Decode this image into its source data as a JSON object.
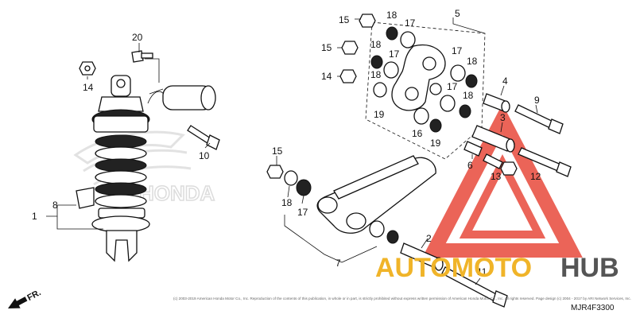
{
  "callouts": {
    "p1": "1",
    "p2": "2",
    "p3": "3",
    "p4": "4",
    "p5": "5",
    "p6": "6",
    "p7": "7",
    "p8": "8",
    "p9": "9",
    "p10": "10",
    "p11": "11",
    "p12": "12",
    "p13": "13",
    "p14a": "14",
    "p14b": "14",
    "p15a": "15",
    "p15b": "15",
    "p15c": "15",
    "p16": "16",
    "p17a": "17",
    "p17b": "17",
    "p17c": "17",
    "p17d": "17",
    "p17e": "17",
    "p18a": "18",
    "p18b": "18",
    "p18c": "18",
    "p18d": "18",
    "p18e": "18",
    "p18f": "18",
    "p19a": "19",
    "p19b": "19",
    "p20": "20"
  },
  "brand_background": "HONDA",
  "watermark": {
    "word_left": "AUTOMOTO",
    "word_right": "HUB",
    "color_left": "#f0b429",
    "color_right": "#555555",
    "triangle_color": "#e84a3c"
  },
  "diagram_code": "MJR4F3300",
  "direction_marker": "FR.",
  "copyright": "(c) 2003-2019 American Honda Motor Co., Inc. Reproduction of the contents of this publication, in whole or in part, is strictly prohibited without express written permission of American Honda Motor Co., Inc. All rights reserved. Page design (c) 2004 - 2017 by ARI Network Services, Inc."
}
